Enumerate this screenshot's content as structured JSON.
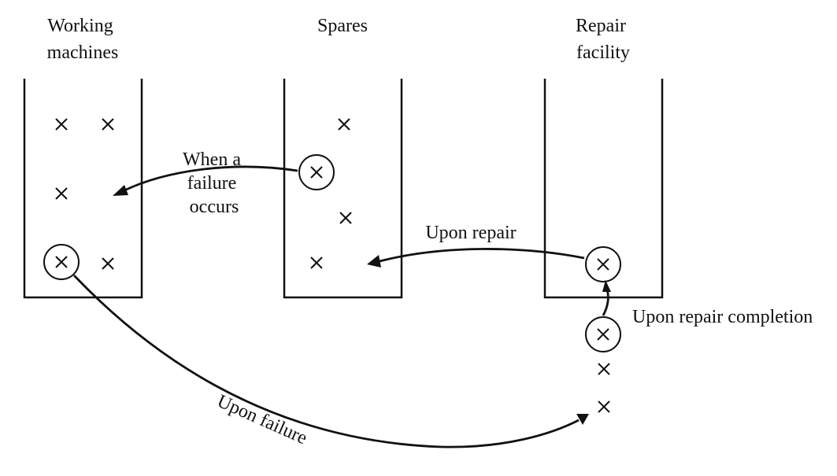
{
  "columns": {
    "working": [
      "Working",
      "machines"
    ],
    "spares": [
      "Spares"
    ],
    "repair": [
      "Repair",
      "facility"
    ]
  },
  "transitions": {
    "failure_occurs": [
      "When a",
      "failure",
      "occurs"
    ],
    "upon_repair": "Upon repair",
    "upon_repair_completion": "Upon repair completion",
    "upon_failure": "Upon failure"
  },
  "colors": {
    "ink": "#111111",
    "background": "#ffffff"
  },
  "icons": {
    "unit": "x-mark-icon",
    "highlighted_unit": "circled-x-icon"
  }
}
